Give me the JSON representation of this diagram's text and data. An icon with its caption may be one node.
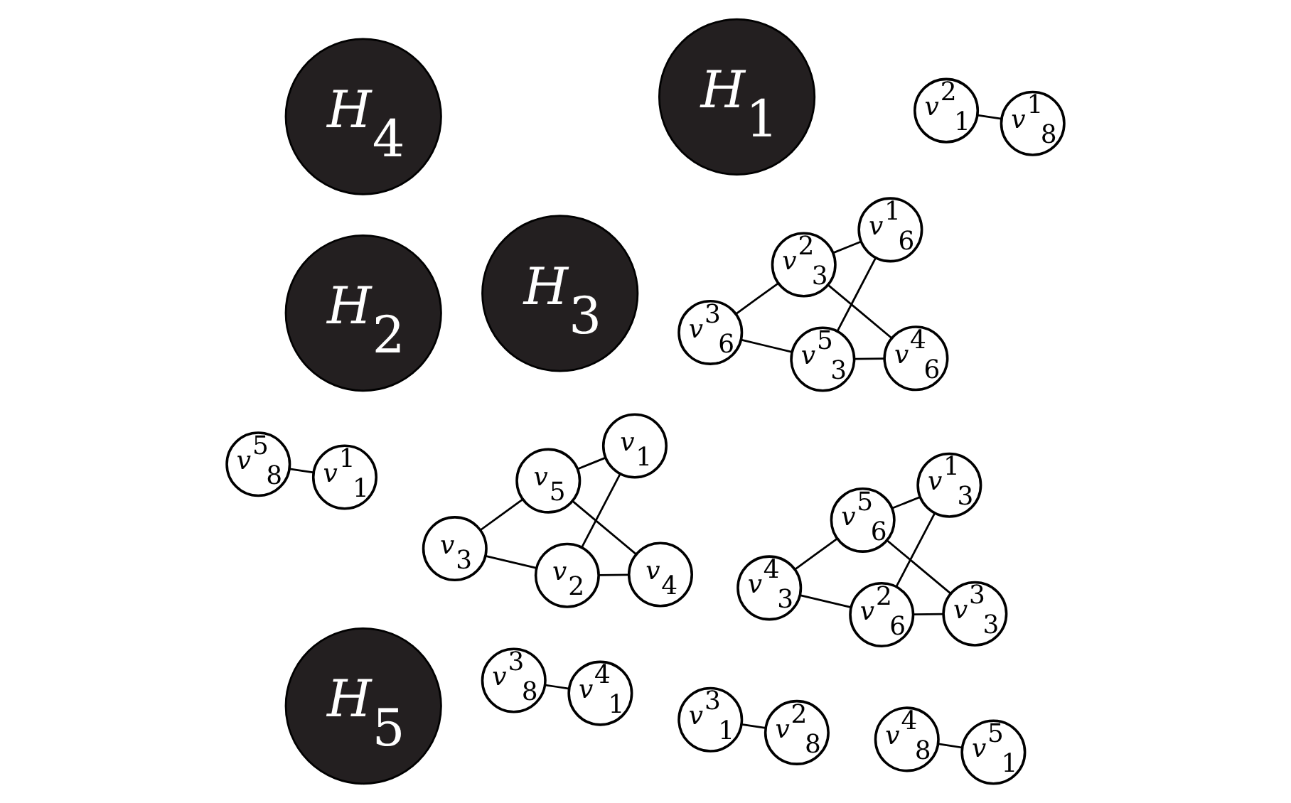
{
  "diagram": {
    "nodes": [
      {
        "text": [
          "v$_{3}$"
        ]
      },
      {
        "text": [
          "v$_{4}$"
        ]
      },
      {
        "text": [
          "v$_{2}$"
        ]
      },
      {
        "text": [
          "v$_{5}$"
        ]
      },
      {
        "text": [
          "v$_{1}$"
        ]
      },
      {
        "text": [
          "v$^{3}$$_{8}$"
        ]
      },
      {
        "text": [
          "v$^{4}$$_{1}$"
        ]
      },
      {
        "text": [
          "v$^{3}$$_{1}$"
        ]
      },
      {
        "text": [
          "H$_{3}$"
        ]
      },
      {
        "text": [
          "H$_{4}$"
        ]
      },
      {
        "text": [
          "v$^{4}$$_{8}$"
        ]
      },
      {
        "text": [
          "v$^{3}$$_{6}$"
        ]
      },
      {
        "text": [
          "v$^{4}$$_{3}$"
        ]
      },
      {
        "text": [
          "v$^{3}$$_{3}$"
        ]
      },
      {
        "text": [
          "v$^{4}$$_{6}$"
        ]
      },
      {
        "text": [
          "v$^{2}$$_{6}$"
        ]
      },
      {
        "text": [
          "v$^{5}$$_{3}$"
        ]
      },
      {
        "text": [
          "v$^{2}$$_{8}$"
        ]
      },
      {
        "text": [
          "H$_{2}$"
        ]
      },
      {
        "text": [
          "v$^{2}$$_{3}$"
        ]
      },
      {
        "text": [
          "v$^{5}$$_{6}$"
        ]
      },
      {
        "text": [
          "H$_{5}$"
        ]
      },
      {
        "text": [
          "v$^{5}$$_{1}$"
        ]
      },
      {
        "text": [
          "v$^{2}$$_{1}$"
        ]
      },
      {
        "text": [
          "v$^{5}$$_{8}$"
        ]
      },
      {
        "text": [
          "v$^{1}$$_{6}$"
        ]
      },
      {
        "text": [
          "v$^{1}$$_{3}$"
        ]
      },
      {
        "text": [
          "H$_{1}$"
        ]
      },
      {
        "text": [
          "v$^{1}$$_{8}$"
        ]
      },
      {
        "text": [
          "v$^{1}$$_{1}$"
        ]
      }
    ],
    "edges": [
      {
        "from": 0,
        "to": 2,
        "arrow": "none"
      },
      {
        "from": 0,
        "to": 3,
        "arrow": "none"
      },
      {
        "from": 1,
        "to": 2,
        "arrow": "none"
      },
      {
        "from": 1,
        "to": 3,
        "arrow": "none"
      },
      {
        "from": 2,
        "to": 4,
        "arrow": "none"
      },
      {
        "from": 3,
        "to": 4,
        "arrow": "none"
      },
      {
        "from": 29,
        "to": 24,
        "arrow": "none"
      },
      {
        "from": 22,
        "to": 10,
        "arrow": "none"
      },
      {
        "from": 6,
        "to": 5,
        "arrow": "none"
      },
      {
        "from": 7,
        "to": 17,
        "arrow": "none"
      },
      {
        "from": 23,
        "to": 28,
        "arrow": "none"
      },
      {
        "from": 19,
        "to": 25,
        "arrow": "none"
      },
      {
        "from": 15,
        "to": 26,
        "arrow": "none"
      },
      {
        "from": 13,
        "to": 15,
        "arrow": "none"
      },
      {
        "from": 11,
        "to": 19,
        "arrow": "none"
      },
      {
        "from": 26,
        "to": 20,
        "arrow": "none"
      },
      {
        "from": 25,
        "to": 16,
        "arrow": "none"
      },
      {
        "from": 15,
        "to": 12,
        "arrow": "none"
      },
      {
        "from": 19,
        "to": 14,
        "arrow": "none"
      },
      {
        "from": 11,
        "to": 16,
        "arrow": "none"
      },
      {
        "from": 13,
        "to": 20,
        "arrow": "none"
      },
      {
        "from": 12,
        "to": 20,
        "arrow": "none"
      },
      {
        "from": 14,
        "to": 16,
        "arrow": "none"
      }
    ]
  }
}
